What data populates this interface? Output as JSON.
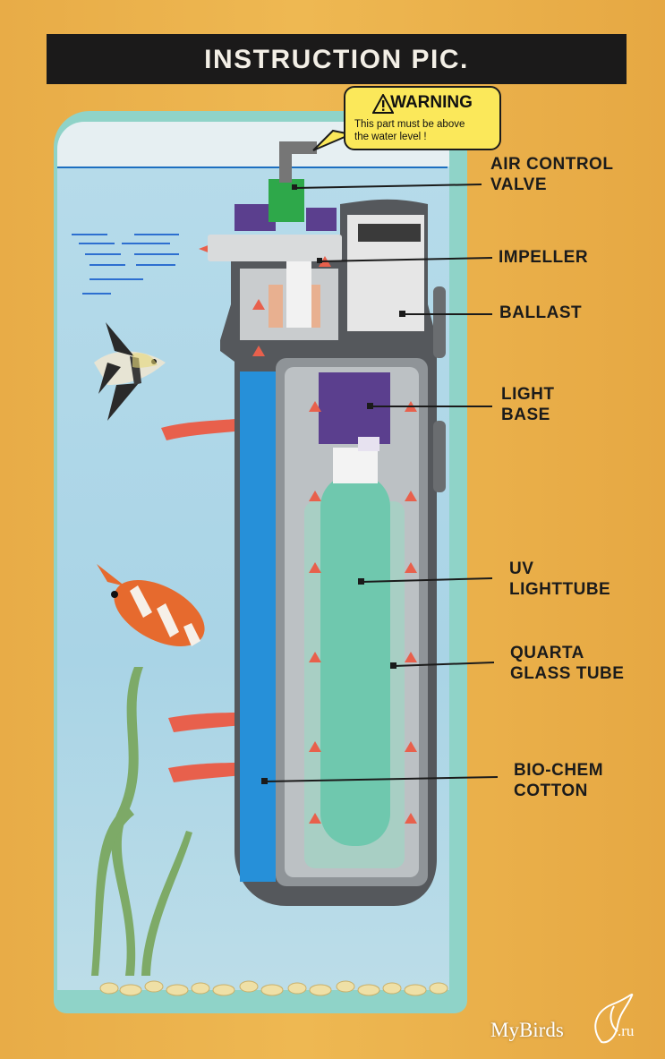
{
  "header": {
    "title": "INSTRUCTION PIC."
  },
  "warning": {
    "title": "WARNING",
    "text": "This part must be above\nthe water level !"
  },
  "labels": {
    "air_control_valve": "AIR CONTROL\nVALVE",
    "impeller": "IMPELLER",
    "ballast": "BALLAST",
    "light_base": "LIGHT\nBASE",
    "uv_lighttube": "UV\nLIGHTTUBE",
    "quarta_glass_tube": "QUARTA\nGLASS TUBE",
    "bio_chem_cotton": "BIO-CHEM\nCOTTON"
  },
  "watermark": {
    "site": "MyBirds",
    "tld": ".ru",
    "icon": "bird-logo-icon"
  },
  "colors": {
    "background": "#e9b04a",
    "title_bar": "#1b1a1a",
    "water": "#aed6e8",
    "tank_frame": "#8fd3c8",
    "warning_fill": "#fbe85a",
    "filter_body": "#55585c",
    "filter_purple": "#5b3f8e",
    "cotton_blue": "#2690d9",
    "uv_tube": "#6fc8ae",
    "flow_arrow": "#e8604c"
  }
}
